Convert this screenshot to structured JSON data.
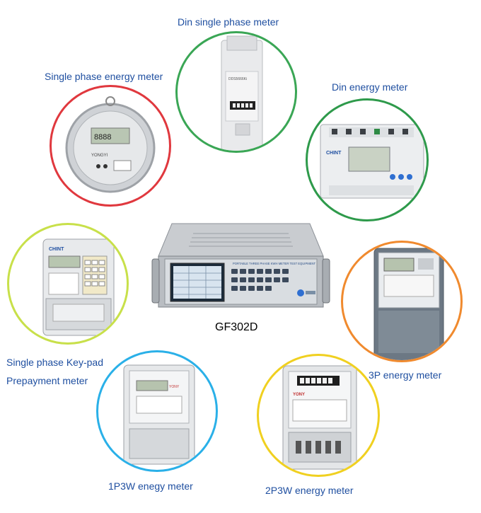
{
  "center": {
    "title": "GF302D",
    "panel_text": "PORTABLE THREE PHASE KWH METER TEST EQUIPMENT"
  },
  "meters": [
    {
      "label": "Din single phase meter",
      "ring_color": "#3aa655",
      "brand": "DDS5666Ki"
    },
    {
      "label": "Single phase energy meter",
      "ring_color": "#e0383e",
      "brand": "YONGYI"
    },
    {
      "label": "Din energy meter",
      "ring_color": "#2e9a4b",
      "brand": "CHINT"
    },
    {
      "label_line1": "Single phase Key-pad",
      "label_line2": "Prepayment meter",
      "ring_color": "#c8e04a",
      "brand": "CHINT"
    },
    {
      "label": "3P energy meter",
      "ring_color": "#f08a2e"
    },
    {
      "label": "1P3W enegy meter",
      "ring_color": "#2ab0e8",
      "brand": "YONY"
    },
    {
      "label": "2P3W energy meter",
      "ring_color": "#f0d020",
      "brand": "YONY"
    }
  ]
}
